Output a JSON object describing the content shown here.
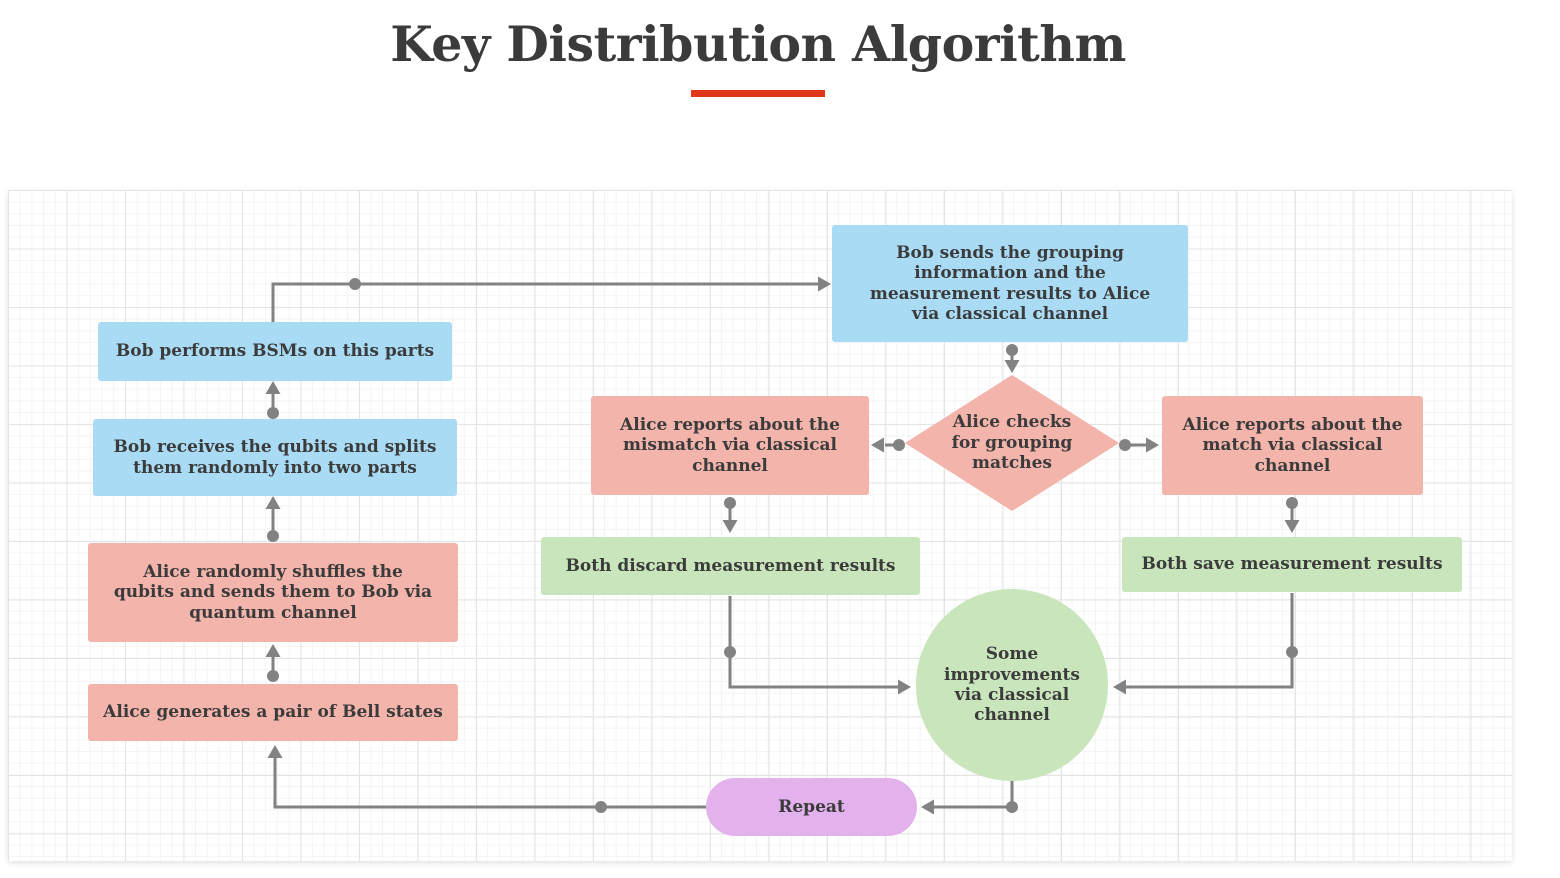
{
  "header": {
    "title": "Key Distribution Algorithm"
  },
  "colors": {
    "accent_red": "#e2381a",
    "node_blue": "#a9dbf4",
    "node_pink": "#f2b4ab",
    "node_green": "#c9e5bc",
    "node_purple": "#e3b1ec",
    "connector_gray": "#828282",
    "text_dark": "#3b3b3b"
  },
  "nodes": {
    "bob_performs_bsm": {
      "label": "Bob performs BSMs on this parts"
    },
    "bob_receives": {
      "label": "Bob receives the qubits and splits\nthem randomly into two parts"
    },
    "alice_shuffles": {
      "label": "Alice randomly shuffles the\nqubits and sends them to Bob via\nquantum channel"
    },
    "alice_generates": {
      "label": "Alice generates a pair of Bell states"
    },
    "bob_sends": {
      "label": "Bob sends the grouping\ninformation and the\nmeasurement results to Alice\nvia classical channel"
    },
    "alice_checks": {
      "label": "Alice checks\nfor grouping\nmatches"
    },
    "mismatch_report": {
      "label": "Alice reports about the\nmismatch via classical\nchannel"
    },
    "match_report": {
      "label": "Alice reports about the\nmatch via classical\nchannel"
    },
    "discard_results": {
      "label": "Both discard measurement results"
    },
    "save_results": {
      "label": "Both save measurement results"
    },
    "improvements": {
      "label": "Some\nimprovements\nvia classical\nchannel"
    },
    "repeat": {
      "label": "Repeat"
    }
  }
}
